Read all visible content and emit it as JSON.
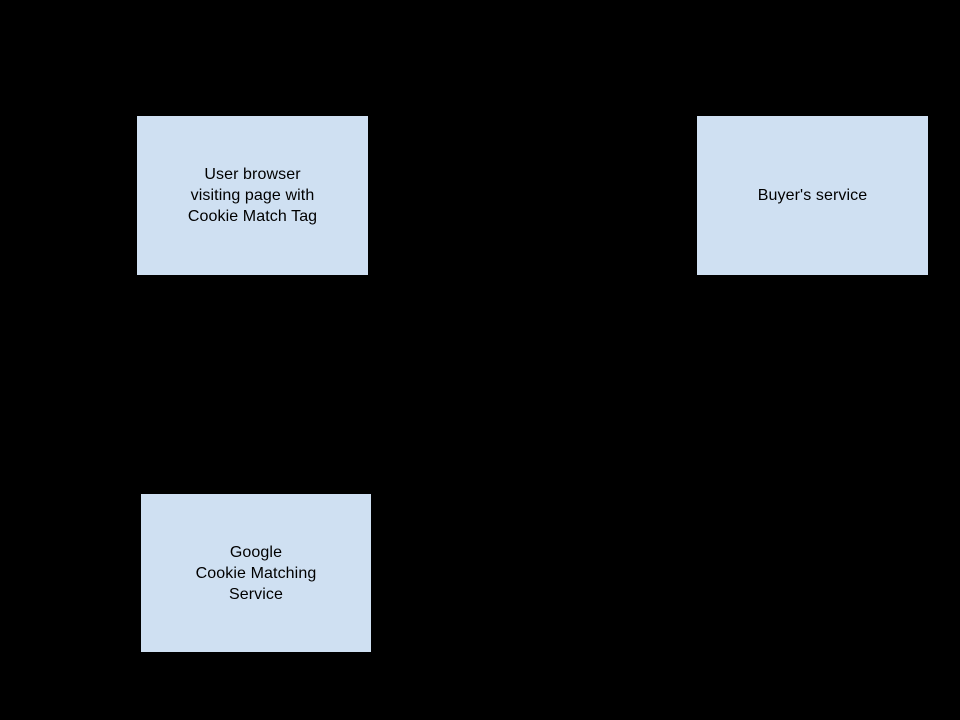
{
  "diagram": {
    "background_color": "#000000",
    "node_fill_color": "#cfe0f2",
    "node_stroke_color": "#000000",
    "text_color": "#000000",
    "nodes": [
      {
        "id": "user-browser",
        "label": "User browser\nvisiting page with\nCookie Match Tag",
        "lines": [
          "User browser",
          "visiting page with",
          "Cookie Match Tag"
        ]
      },
      {
        "id": "buyers-service",
        "label": "Buyer's service",
        "lines": [
          "Buyer's service"
        ]
      },
      {
        "id": "google-cookie-matching-service",
        "label": "Google\nCookie Matching\nService",
        "lines": [
          "Google",
          "Cookie Matching",
          "Service"
        ]
      }
    ]
  }
}
